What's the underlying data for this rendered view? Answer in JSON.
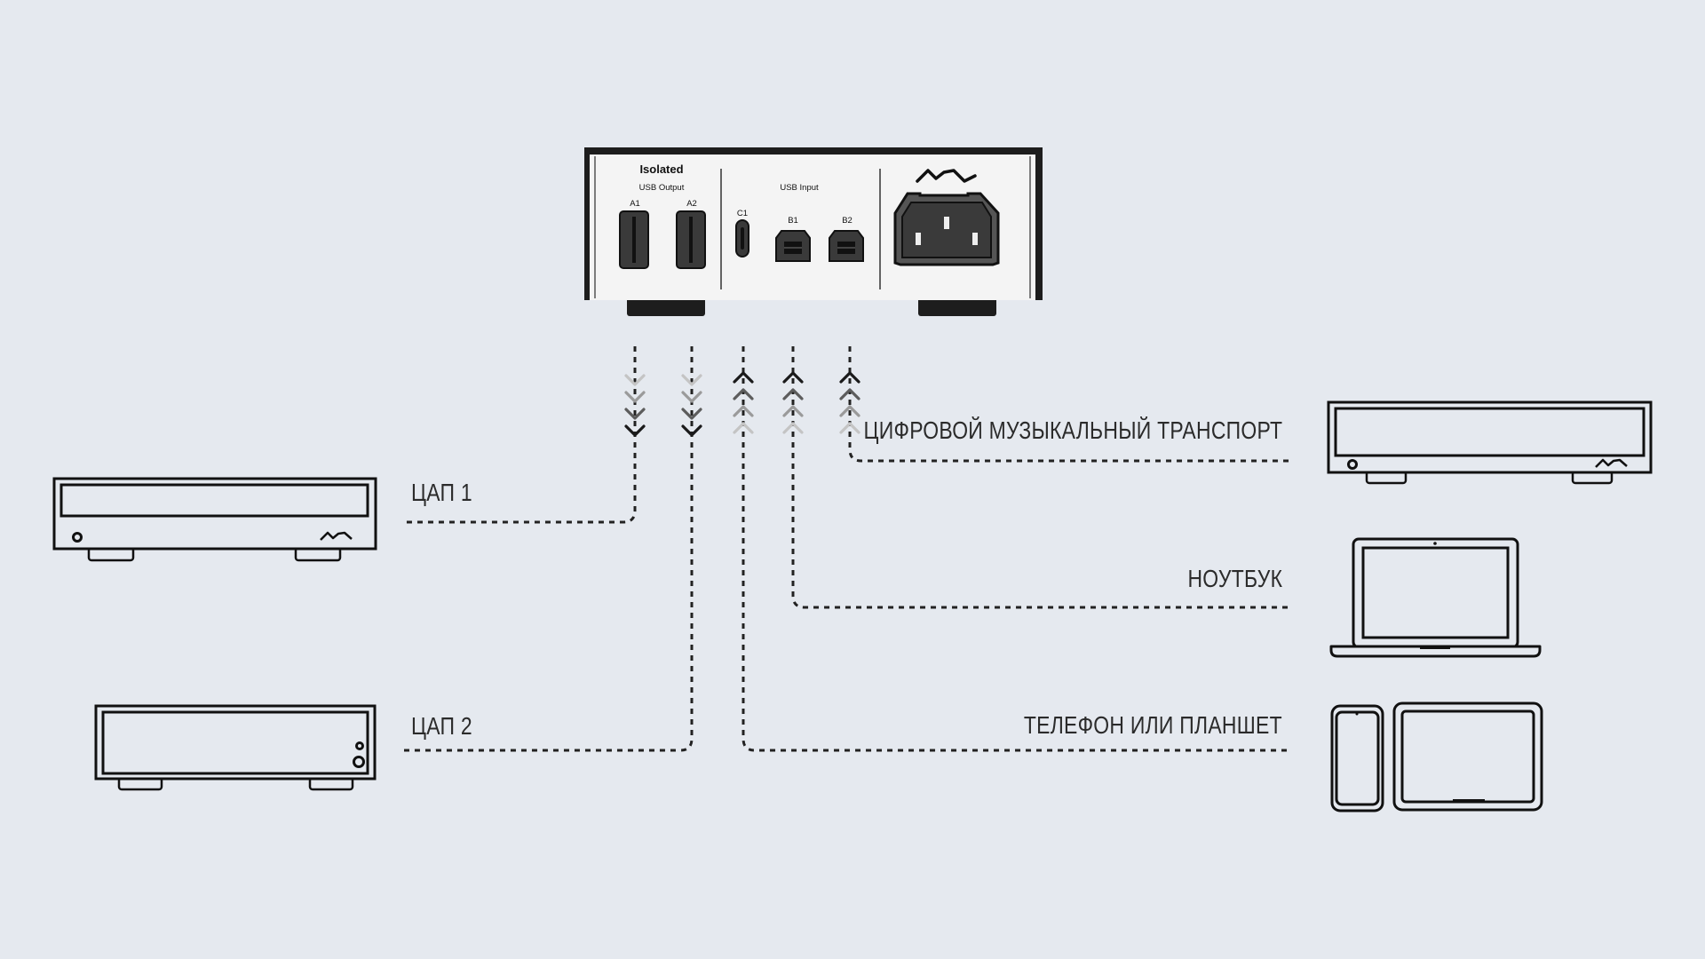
{
  "hub": {
    "isolated_label": "Isolated",
    "usb_output_label": "USB Output",
    "usb_input_label": "USB Input",
    "ports": {
      "a1": "A1",
      "a2": "A2",
      "c1": "C1",
      "b1": "B1",
      "b2": "B2"
    }
  },
  "connections": {
    "dac1": "ЦАП 1",
    "dac2": "ЦАП 2",
    "transport": "ЦИФРОВОЙ МУЗЫКАЛЬНЫЙ ТРАНСПОРТ",
    "laptop": "НОУТБУК",
    "phone_tablet": "ТЕЛЕФОН ИЛИ ПЛАНШЕТ"
  },
  "colors": {
    "background": "#e5e9ef",
    "line": "#222222",
    "device_face": "#f4f4f4",
    "port": "#333333"
  }
}
